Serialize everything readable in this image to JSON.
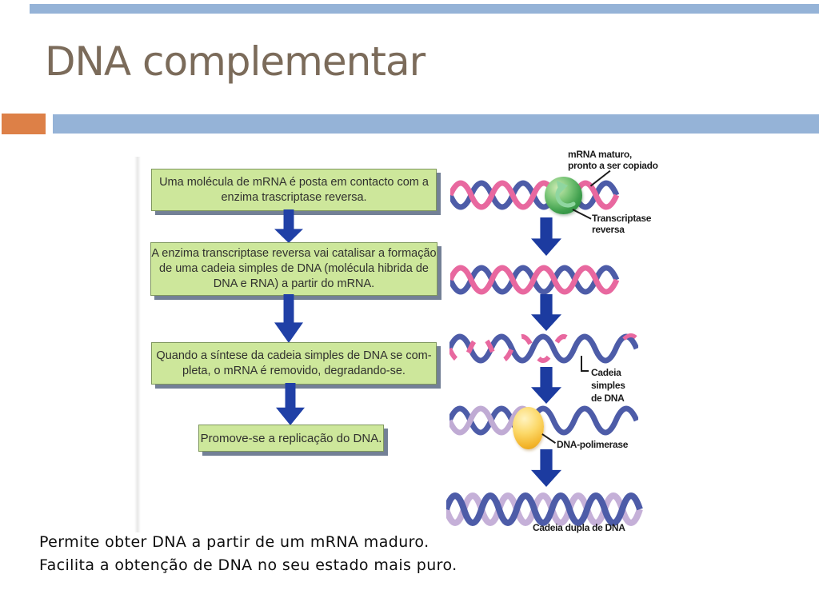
{
  "slide": {
    "title": "DNA complementar",
    "footer_lines": [
      "Permite obter DNA a partir de um mRNA maduro.",
      "Facilita a obtenção de DNA no seu estado mais puro."
    ]
  },
  "flowchart": {
    "boxes": [
      {
        "lines": [
          "Uma molécula de mRNA é posta em contacto com a",
          "enzima trascriptase reversa."
        ]
      },
      {
        "lines": [
          "A enzima transcriptase reversa vai catalisar a formação",
          "de uma cadeia simples de DNA (molécula hibrida de",
          "DNA e RNA) a partir do mRNA."
        ]
      },
      {
        "lines": [
          "Quando a síntese da cadeia simples de DNA se com-",
          "pleta, o mRNA é removido, degradando-se."
        ]
      },
      {
        "lines": [
          "Promove-se a replicação do DNA."
        ]
      }
    ]
  },
  "diagram": {
    "labels": {
      "mrna": [
        "mRNA maturo,",
        "pronto a ser copiado"
      ],
      "transcriptase": [
        "Transcriptase",
        "reversa"
      ],
      "cadeia_simples": [
        "Cadeia",
        "simples",
        "de DNA"
      ],
      "dna_polimerase": "DNA-polimerase",
      "cadeia_dupla": "Cadeia dupla de DNA"
    }
  },
  "colors": {
    "accent_orange": "#dd8047",
    "accent_blue_bar": "#95b3d7",
    "title_brown": "#7b6b5a",
    "box_green": "#cde79b",
    "arrow_blue": "#2040a6",
    "helix_pink": "#e8689f",
    "helix_blue": "#4d5ca8",
    "helix_lavender": "#c0abd4",
    "enzyme_green": "#3f9f4d",
    "polymerase_yellow": "#f3b52c"
  }
}
